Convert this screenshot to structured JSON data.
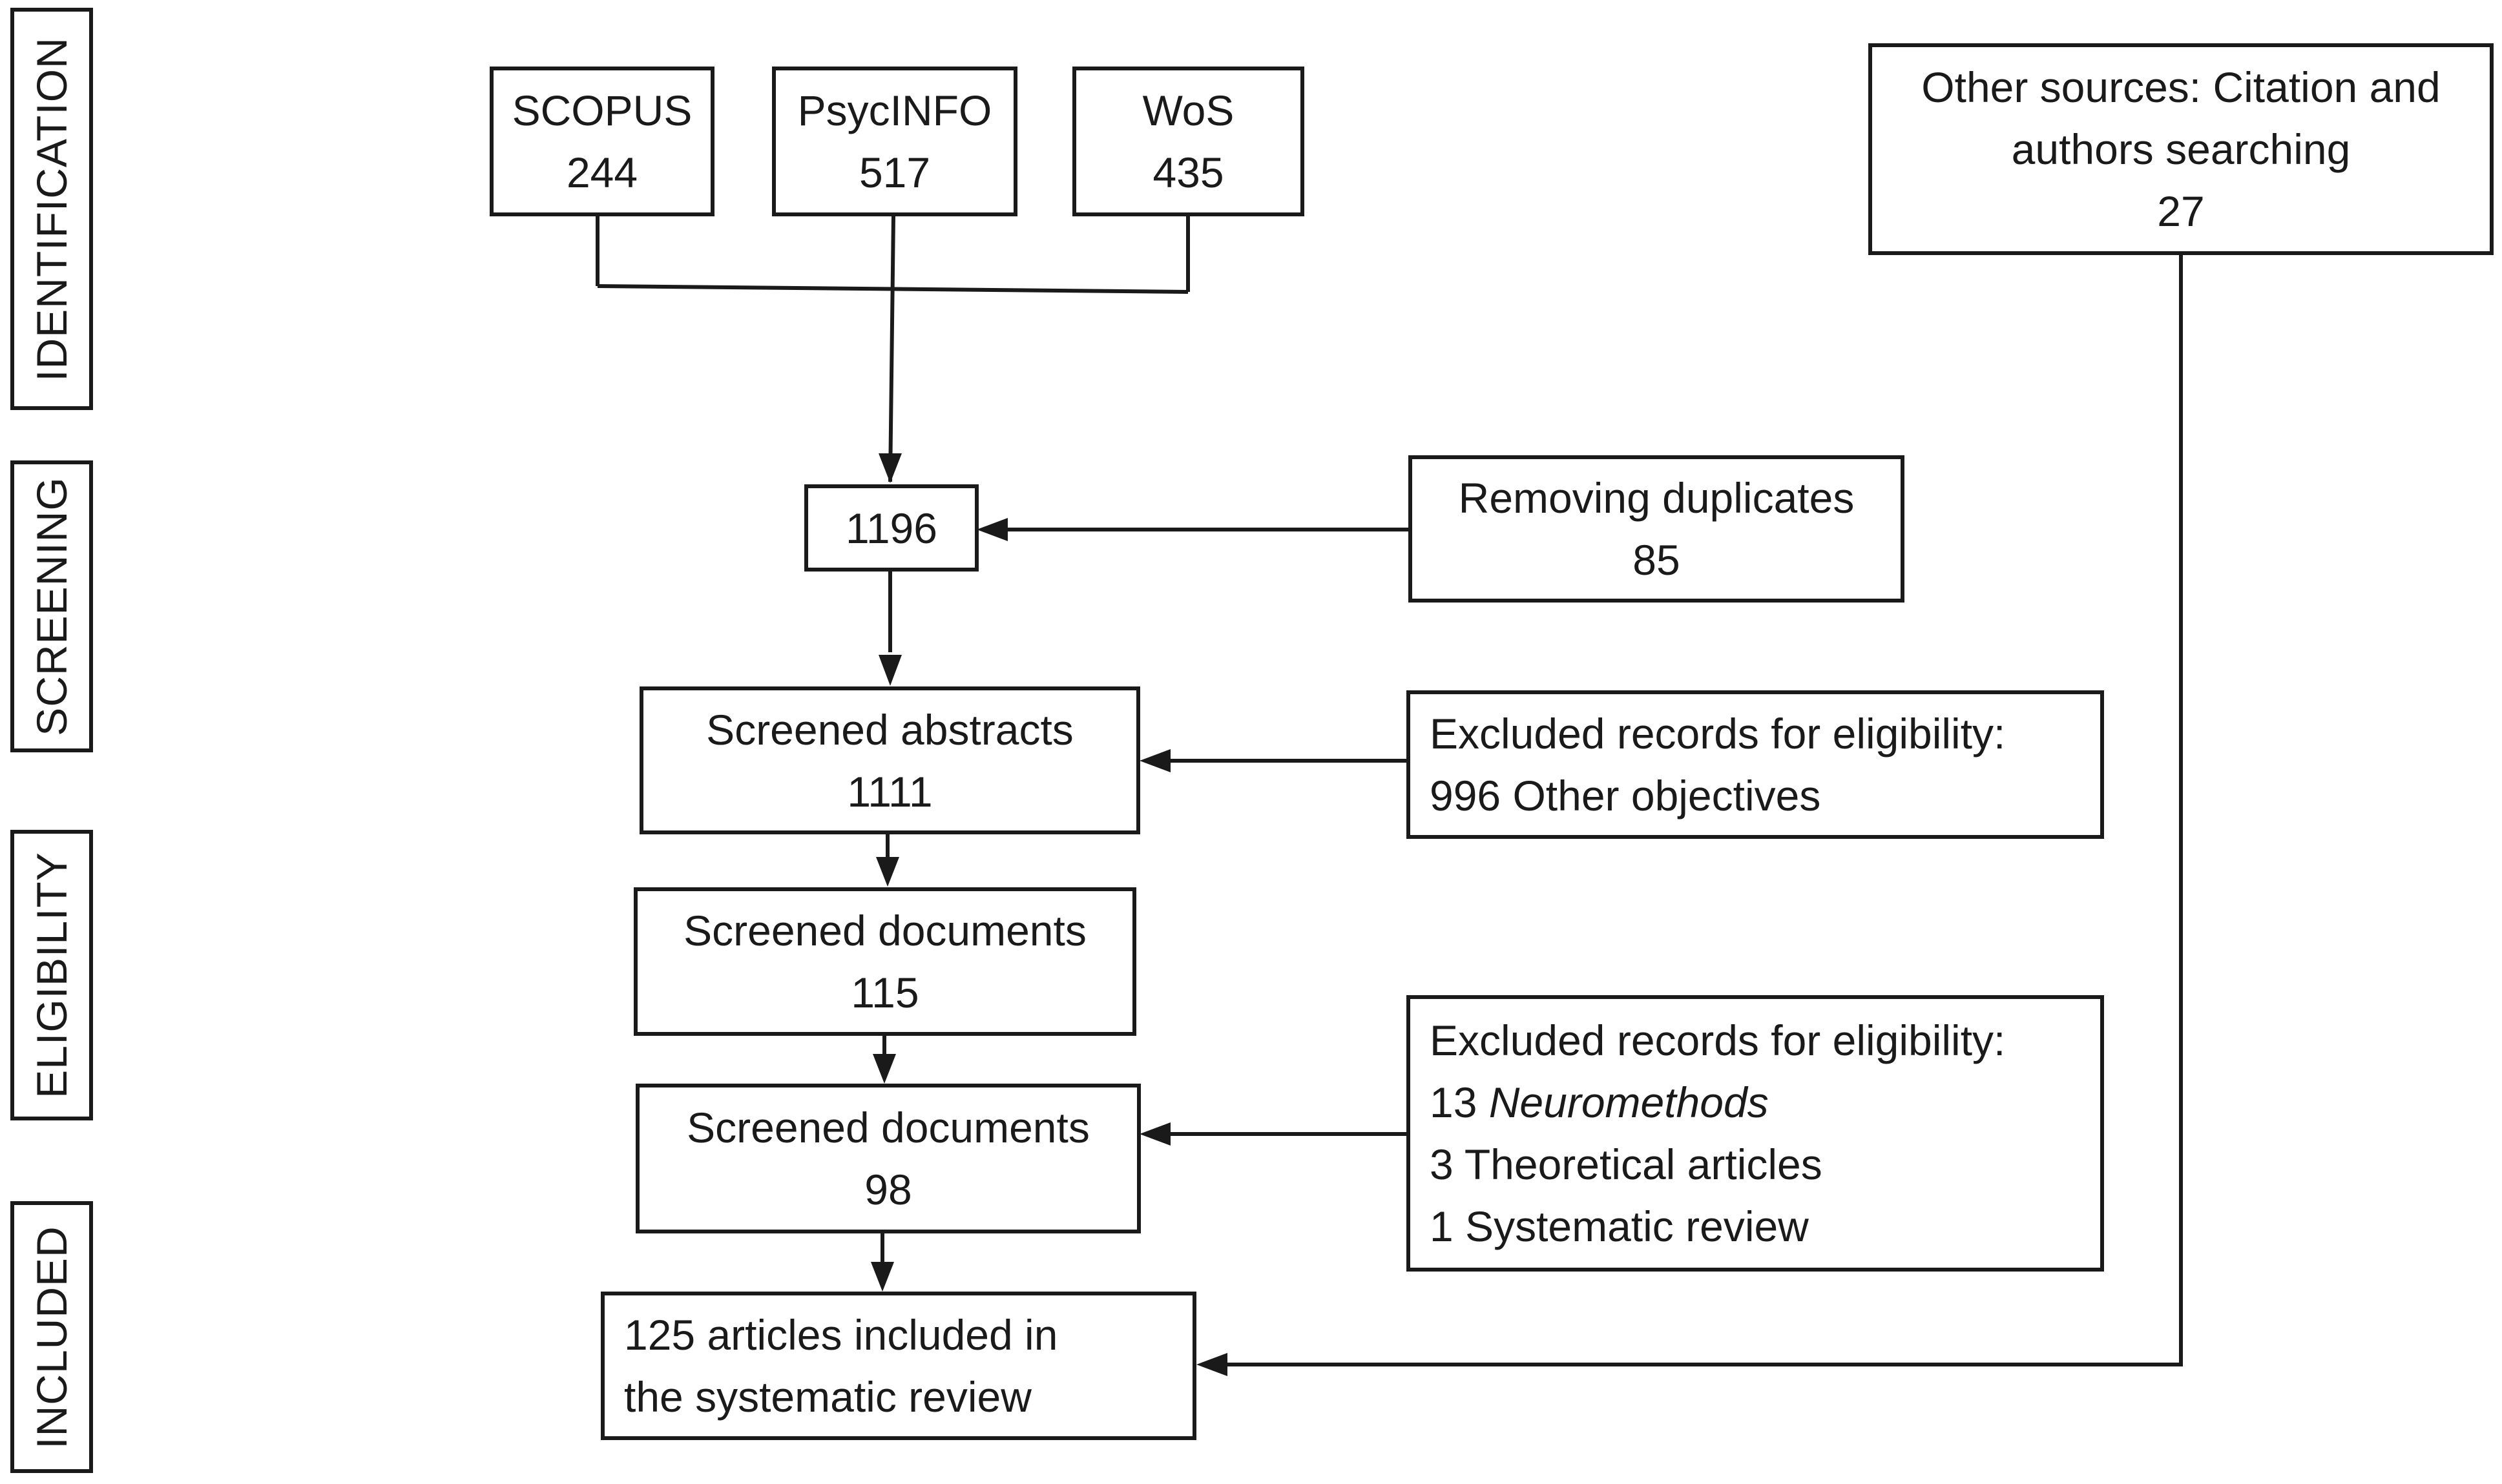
{
  "phases": {
    "identification": "IDENTIFICATION",
    "screening": "SCREENING",
    "eligibility": "ELIGIBILITY",
    "included": "INCLUDED"
  },
  "sources": {
    "scopus": {
      "name": "SCOPUS",
      "count": "244"
    },
    "psycinfo": {
      "name": "PsycINFO",
      "count": "517"
    },
    "wos": {
      "name": "WoS",
      "count": "435"
    },
    "other": {
      "line1": "Other sources: Citation and",
      "line2": "authors searching",
      "count": "27"
    }
  },
  "screening": {
    "total": "1196",
    "duplicates": {
      "label": "Removing duplicates",
      "count": "85"
    },
    "abstracts": {
      "label": "Screened abstracts",
      "count": "1111"
    },
    "excluded_abstracts": {
      "title": "Excluded records for eligibility:",
      "line1": "996 Other objectives"
    }
  },
  "eligibility": {
    "documents1": {
      "label": "Screened documents",
      "count": "115"
    },
    "documents2": {
      "label": "Screened documents",
      "count": "98"
    },
    "excluded_docs": {
      "title": "Excluded records for eligibility:",
      "item1_count": "13",
      "item1_label": "Neuromethods",
      "item2": "3 Theoretical articles",
      "item3": "1 Systematic review"
    }
  },
  "included": {
    "line1": "125 articles included in",
    "line2": "the systematic review"
  }
}
